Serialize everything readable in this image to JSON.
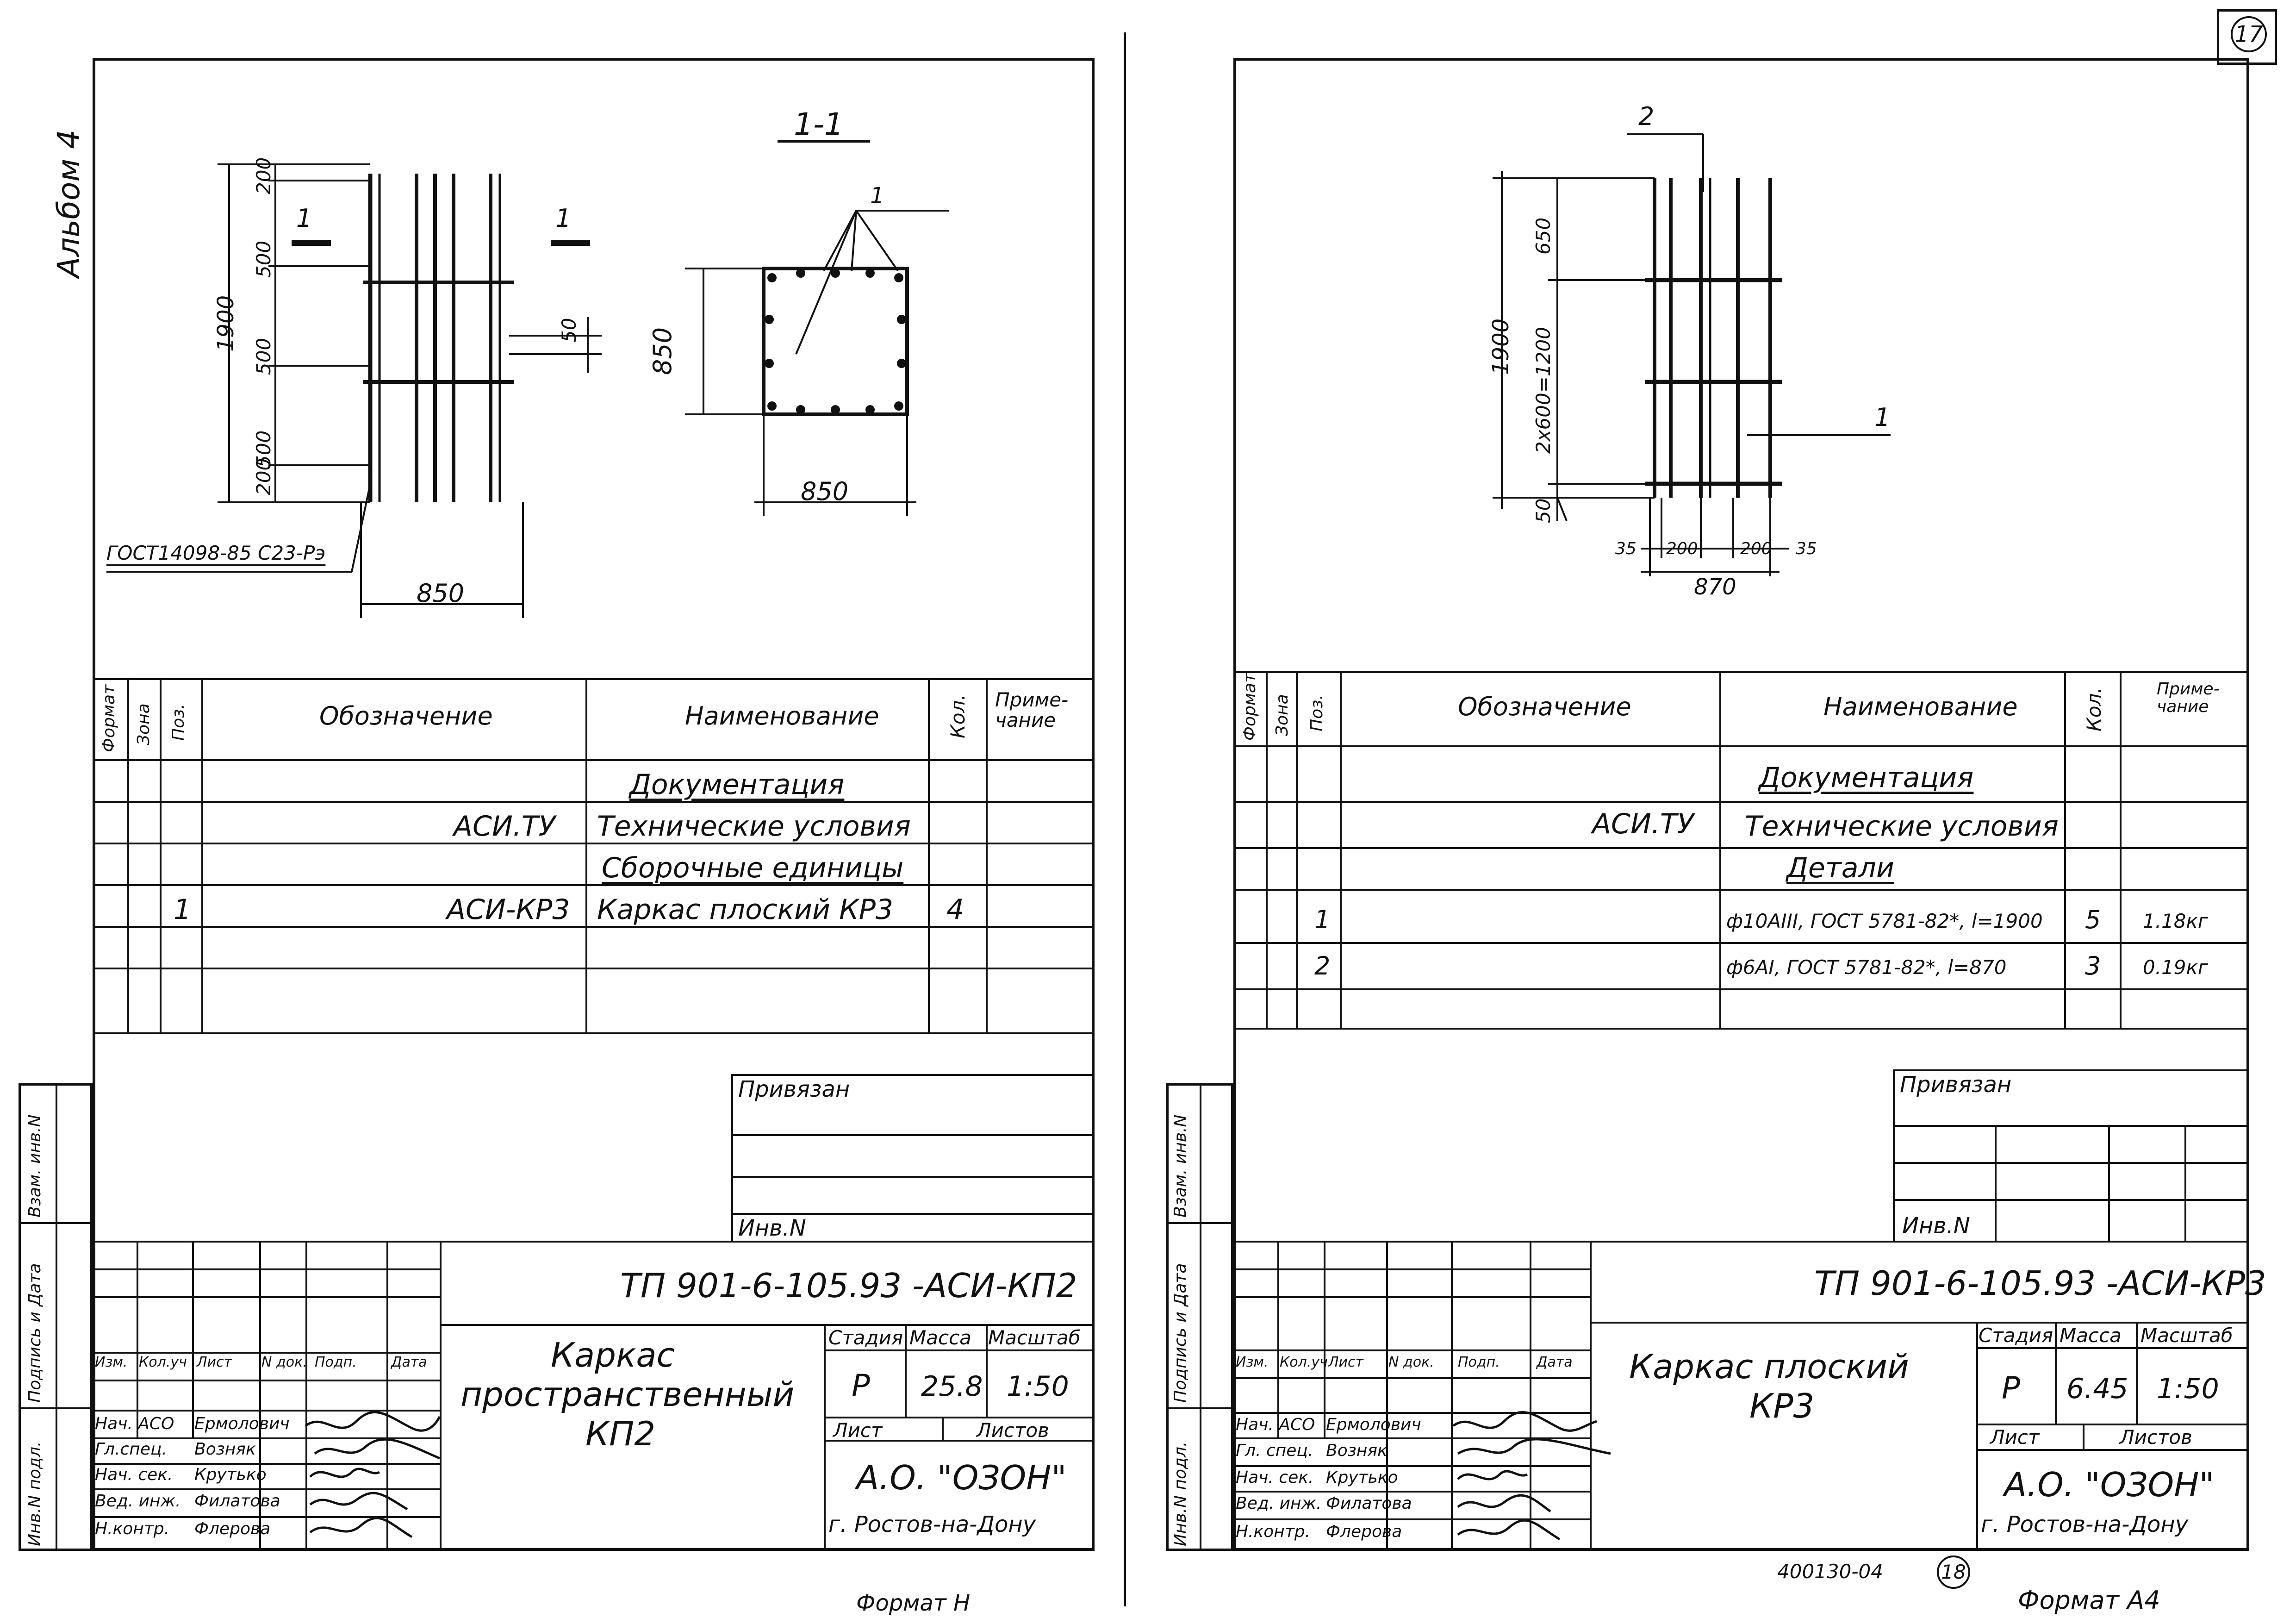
{
  "page_number": "17",
  "sheet_mark": "18",
  "left_sheet": {
    "album_label": "Альбом 4",
    "drawing": {
      "section_title": "1-1",
      "section_marker_left": "1",
      "section_marker_right": "1",
      "leader_pos_label": "1",
      "height_total": "1900",
      "height_segments": [
        "200",
        "500",
        "500",
        "500",
        "200"
      ],
      "spacing_label": "50",
      "section_height": "850",
      "section_width": "850",
      "elevation_width": "850",
      "gost_note": "ГОСТ14098-85 С23-Рэ"
    },
    "spec_headers": {
      "format": "Формат",
      "zone": "Зона",
      "pos": "Поз.",
      "designation": "Обозначение",
      "name": "Наименование",
      "qty": "Кол.",
      "note": "Приме-\nчание"
    },
    "spec_rows": [
      {
        "pos": "",
        "designation": "",
        "name": "Документация",
        "qty": "",
        "note": "",
        "underline": true
      },
      {
        "pos": "",
        "designation": "АСИ.ТУ",
        "name": "Технические условия",
        "qty": "",
        "note": "",
        "underline": false
      },
      {
        "pos": "",
        "designation": "",
        "name": "Сборочные единицы",
        "qty": "",
        "note": "",
        "underline": true
      },
      {
        "pos": "1",
        "designation": "АСИ-КР3",
        "name": "Каркас плоский КР3",
        "qty": "4",
        "note": "",
        "underline": false
      }
    ],
    "privyazan": "Привязан",
    "inv_no": "Инв.N",
    "side_stamp": [
      "Инв.N подл.",
      "Подпись и Дата",
      "Взам. инв.N"
    ],
    "title_block": {
      "doc_code": "ТП 901-6-105.93 -АСИ-КП2",
      "title_lines": [
        "Каркас",
        "пространственный",
        "КП2"
      ],
      "stage_label": "Стадия",
      "mass_label": "Масса",
      "scale_label": "Масштаб",
      "stage": "Р",
      "mass": "25.8",
      "scale": "1:50",
      "sheet_label": "Лист",
      "sheets_label": "Листов",
      "org": "А.О. \"ОЗОН\"",
      "city": "г. Ростов-на-Дону",
      "rev_header": [
        "Изм.",
        "Кол.уч",
        "Лист",
        "N док.",
        "Подп.",
        "Дата"
      ],
      "staff": [
        {
          "role": "Нач. АСО",
          "name": "Ермолович"
        },
        {
          "role": "Гл.спец.",
          "name": "Возняк"
        },
        {
          "role": "Нач. сек.",
          "name": "Крутько"
        },
        {
          "role": "Вед. инж.",
          "name": "Филатова"
        },
        {
          "role": "Н.контр.",
          "name": "Флерова"
        }
      ]
    },
    "format_label": "Формат Н"
  },
  "right_sheet": {
    "drawing": {
      "pos_2": "2",
      "pos_1": "1",
      "height_total": "1900",
      "seg_top": "650",
      "seg_mid": "2х600=1200",
      "seg_bottom": "50",
      "w_35a": "35",
      "w_200a": "200",
      "w_200b": "200",
      "w_35b": "35",
      "width_total": "870"
    },
    "spec_headers": {
      "format": "Формат",
      "zone": "Зона",
      "pos": "Поз.",
      "designation": "Обозначение",
      "name": "Наименование",
      "qty": "Кол.",
      "note": "Приме-\nчание"
    },
    "spec_rows": [
      {
        "pos": "",
        "designation": "",
        "name": "Документация",
        "qty": "",
        "note": "",
        "underline": true
      },
      {
        "pos": "",
        "designation": "АСИ.ТУ",
        "name": "Технические условия",
        "qty": "",
        "note": "",
        "underline": false
      },
      {
        "pos": "",
        "designation": "",
        "name": "Детали",
        "qty": "",
        "note": "",
        "underline": true
      },
      {
        "pos": "1",
        "designation": "",
        "name": "ф10АIII, ГОСТ 5781-82*, l=1900",
        "qty": "5",
        "note": "1.18кг",
        "underline": false
      },
      {
        "pos": "2",
        "designation": "",
        "name": "ф6АI, ГОСТ 5781-82*, l=870",
        "qty": "3",
        "note": "0.19кг",
        "underline": false
      }
    ],
    "privyazan": "Привязан",
    "inv_no": "Инв.N",
    "side_stamp": [
      "Инв.N подл.",
      "Подпись и Дата",
      "Взам. инв.N"
    ],
    "title_block": {
      "doc_code": "ТП 901-6-105.93 -АСИ-КР3",
      "title_lines": [
        "Каркас плоский",
        "КР3"
      ],
      "stage_label": "Стадия",
      "mass_label": "Масса",
      "scale_label": "Масштаб",
      "stage": "Р",
      "mass": "6.45",
      "scale": "1:50",
      "sheet_label": "Лист",
      "sheets_label": "Листов",
      "org": "А.О. \"ОЗОН\"",
      "city": "г. Ростов-на-Дону",
      "rev_header": [
        "Изм.",
        "Кол.уч",
        "Лист",
        "N док.",
        "Подп.",
        "Дата"
      ],
      "staff": [
        {
          "role": "Нач. АСО",
          "name": "Ермолович"
        },
        {
          "role": "Гл. спец.",
          "name": "Возняк"
        },
        {
          "role": "Нач. сек.",
          "name": "Крутько"
        },
        {
          "role": "Вед. инж.",
          "name": "Филатова"
        },
        {
          "role": "Н.контр.",
          "name": "Флерова"
        }
      ]
    },
    "archive_no": "400130-04",
    "format_label": "Формат А4"
  }
}
